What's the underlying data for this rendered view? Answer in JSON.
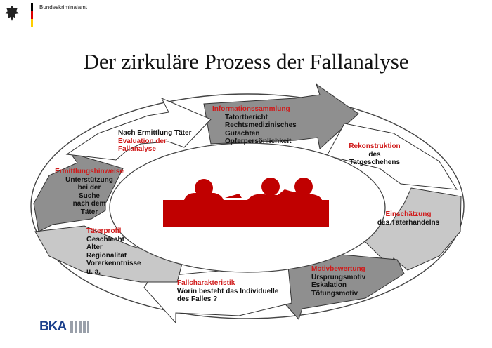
{
  "header": {
    "agency": "Bundeskriminalamt"
  },
  "title": "Der zirkuläre Prozess der Fallanalyse",
  "stages": {
    "evaluation": {
      "line1": "Nach Ermittlung Täter",
      "red1": "Evaluation der",
      "red2": "Fallanalyse"
    },
    "information": {
      "heading": "Informationssammlung",
      "items": [
        "Tatortbericht",
        "Rechtsmedizinisches",
        "Gutachten",
        "Opferpersönlichkeit"
      ]
    },
    "reconstruction": {
      "heading": "Rekonstruktion",
      "line1": "des",
      "line2": "Tatgeschehens"
    },
    "assessment": {
      "heading": "Einschätzung",
      "line1": "des Täterhandelns"
    },
    "motive": {
      "heading": "Motivbewertung",
      "items": [
        "Ursprungsmotiv",
        "Eskalation",
        "Tötungsmotiv"
      ]
    },
    "characteristic": {
      "heading": "Fallcharakteristik",
      "line1": "Worin besteht das Individuelle",
      "line2": "des Falles ?"
    },
    "profile": {
      "heading": "Täterprofil",
      "items": [
        "Geschlecht",
        "Alter",
        "Regionalität",
        "Vorerkenntnisse",
        "u. a."
      ]
    },
    "hints": {
      "heading": "Ermittlungshinweise",
      "items": [
        "Unterstützung",
        "bei der",
        "Suche",
        "nach dem",
        "Täter"
      ]
    }
  },
  "colors": {
    "red": "#d01a1a",
    "dark_gray": "#8f8f8f",
    "light_gray": "#c8c8c8",
    "brand_blue": "#1a3f8c"
  },
  "footer": {
    "logo": "BKA"
  }
}
